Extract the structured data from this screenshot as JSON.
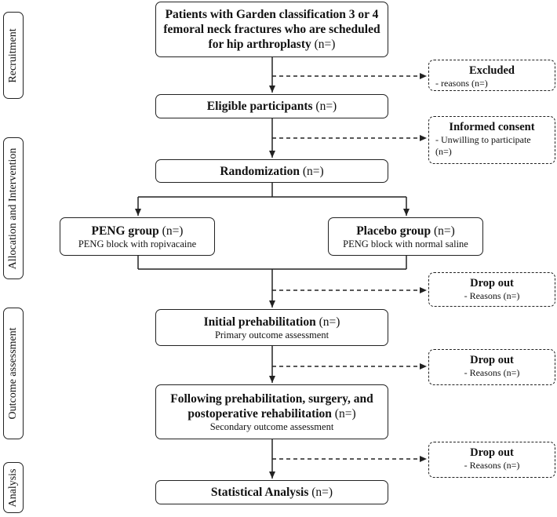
{
  "stages": {
    "recruitment": "Recruitment",
    "allocation": "Allocation and Intervention",
    "outcome": "Outcome assessment",
    "analysis": "Analysis"
  },
  "boxes": {
    "patients": {
      "title": "Patients with Garden classification 3 or 4 femoral neck fractures who are scheduled for hip arthroplasty",
      "n": "(n=)"
    },
    "eligible": {
      "title": "Eligible participants",
      "n": "(n=)"
    },
    "randomization": {
      "title": "Randomization",
      "n": "(n=)"
    },
    "peng": {
      "title": "PENG group",
      "n": "(n=)",
      "sub": "PENG block with ropivacaine"
    },
    "placebo": {
      "title": "Placebo group",
      "n": "(n=)",
      "sub": "PENG block with normal saline"
    },
    "initial": {
      "title": "Initial prehabilitation",
      "n": "(n=)",
      "sub": "Primary outcome assessment"
    },
    "following": {
      "title": "Following prehabilitation, surgery, and postoperative rehabilitation",
      "n": "(n=)",
      "sub": "Secondary outcome assessment"
    },
    "statistical": {
      "title": "Statistical Analysis",
      "n": "(n=)"
    }
  },
  "side_boxes": {
    "excluded": {
      "title": "Excluded",
      "line1": "- reasons (n=)"
    },
    "consent": {
      "title": "Informed consent",
      "line1": "- Unwilling to participate",
      "line2": "(n=)"
    },
    "dropout1": {
      "title": "Drop out",
      "line1": "- Reasons (n=)"
    },
    "dropout2": {
      "title": "Drop out",
      "line1": "- Reasons (n=)"
    },
    "dropout3": {
      "title": "Drop out",
      "line1": "- Reasons (n=)"
    }
  }
}
